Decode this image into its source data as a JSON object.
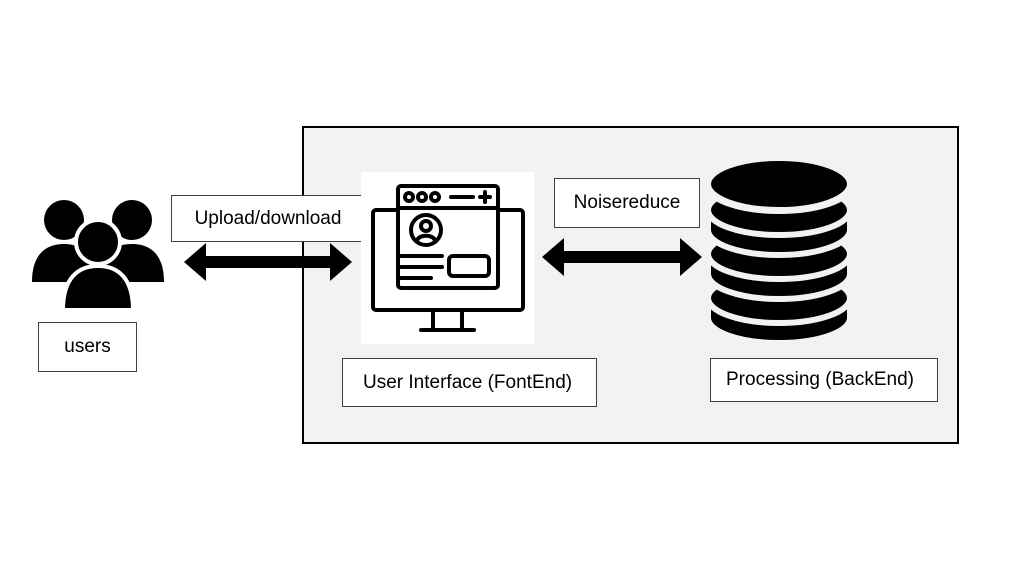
{
  "diagram": {
    "nodes": {
      "users": {
        "label": "users",
        "icon": "users-group-icon"
      },
      "frontend": {
        "label": "User Interface (FontEnd)",
        "icon": "monitor-profile-icon"
      },
      "backend": {
        "label": "Processing (BackEnd)",
        "icon": "database-icon"
      }
    },
    "edges": [
      {
        "from": "users",
        "to": "frontend",
        "label": "Upload/download",
        "direction": "both"
      },
      {
        "from": "frontend",
        "to": "backend",
        "label": "Noisereduce",
        "direction": "both"
      }
    ]
  },
  "colors": {
    "container_fill": "#f2f2f2",
    "stroke": "#000000",
    "label_fill": "#ffffff"
  }
}
